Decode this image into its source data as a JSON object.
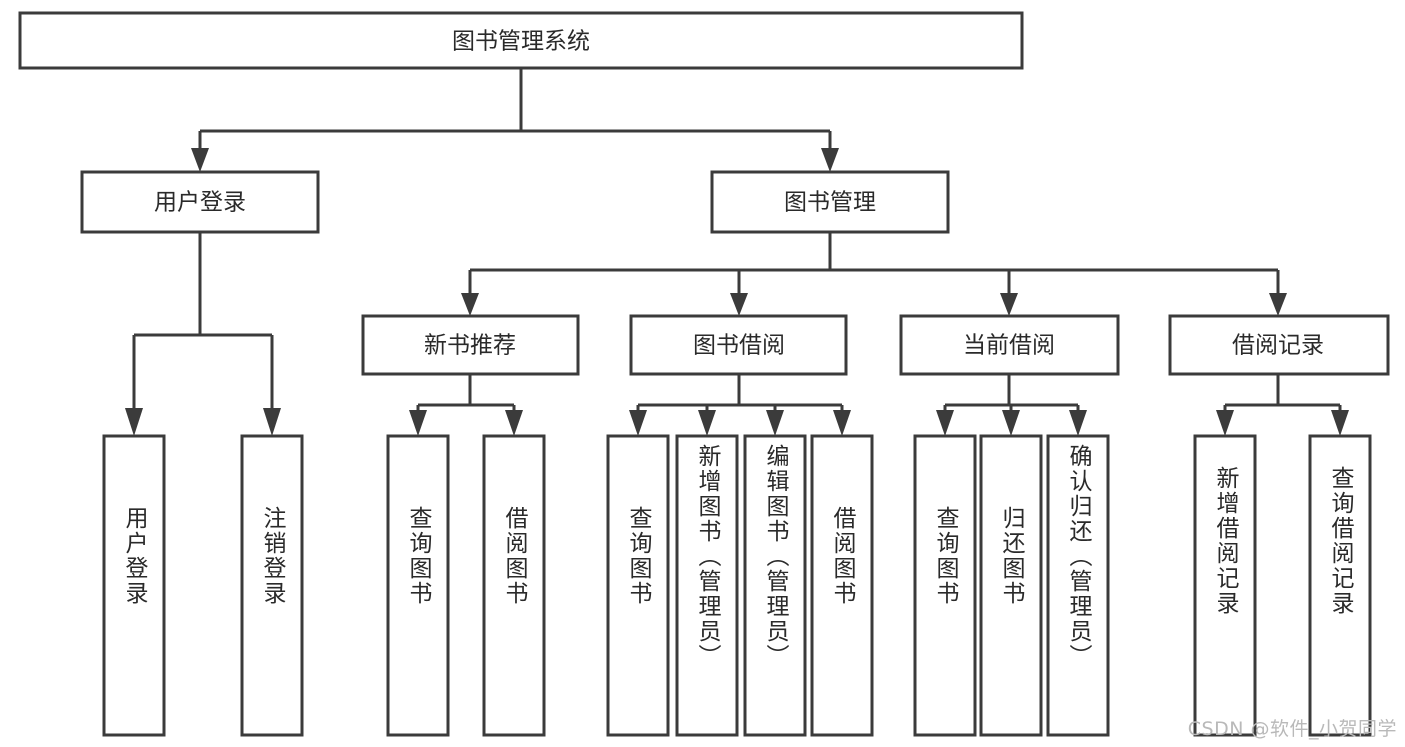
{
  "diagram": {
    "title": "图书管理系统",
    "watermark": "CSDN @软件_小贺同学",
    "colors": {
      "box_stroke": "#3b3b3b",
      "box_fill": "#ffffff",
      "text": "#2a2a2a",
      "watermark": "#b9b9b9",
      "background": "#ffffff"
    },
    "root": {
      "label": "图书管理系统"
    },
    "level2": [
      {
        "label": "用户登录"
      },
      {
        "label": "图书管理"
      }
    ],
    "level3": [
      {
        "label": "新书推荐"
      },
      {
        "label": "图书借阅"
      },
      {
        "label": "当前借阅"
      },
      {
        "label": "借阅记录"
      }
    ],
    "leaves": {
      "user_login": [
        {
          "label": "用户登录"
        },
        {
          "label": "注销登录"
        }
      ],
      "new_book_recommend": [
        {
          "label": "查询图书"
        },
        {
          "label": "借阅图书"
        }
      ],
      "book_borrow": [
        {
          "label": "查询图书"
        },
        {
          "label": "新增图书（管理员）"
        },
        {
          "label": "编辑图书（管理员）"
        },
        {
          "label": "借阅图书"
        }
      ],
      "current_borrow": [
        {
          "label": "查询图书"
        },
        {
          "label": "归还图书"
        },
        {
          "label": "确认归还（管理员）"
        }
      ],
      "borrow_record": [
        {
          "label": "新增借阅记录"
        },
        {
          "label": "查询借阅记录"
        }
      ]
    }
  },
  "chart_data": {
    "type": "table",
    "title": "图书管理系统 功能结构图",
    "hierarchy": [
      {
        "name": "图书管理系统",
        "children": [
          {
            "name": "用户登录",
            "children": [
              {
                "name": "用户登录"
              },
              {
                "name": "注销登录"
              }
            ]
          },
          {
            "name": "图书管理",
            "children": [
              {
                "name": "新书推荐",
                "children": [
                  {
                    "name": "查询图书"
                  },
                  {
                    "name": "借阅图书"
                  }
                ]
              },
              {
                "name": "图书借阅",
                "children": [
                  {
                    "name": "查询图书"
                  },
                  {
                    "name": "新增图书（管理员）"
                  },
                  {
                    "name": "编辑图书（管理员）"
                  },
                  {
                    "name": "借阅图书"
                  }
                ]
              },
              {
                "name": "当前借阅",
                "children": [
                  {
                    "name": "查询图书"
                  },
                  {
                    "name": "归还图书"
                  },
                  {
                    "name": "确认归还（管理员）"
                  }
                ]
              },
              {
                "name": "借阅记录",
                "children": [
                  {
                    "name": "新增借阅记录"
                  },
                  {
                    "name": "查询借阅记录"
                  }
                ]
              }
            ]
          }
        ]
      }
    ]
  }
}
